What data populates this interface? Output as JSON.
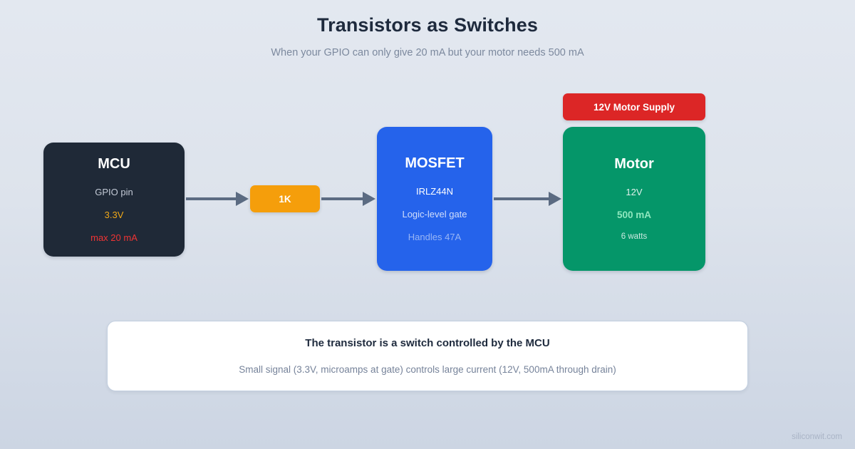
{
  "header": {
    "title": "Transistors as Switches",
    "subtitle": "When your GPIO can only give 20 mA but your motor needs 500 mA"
  },
  "blocks": {
    "mcu": {
      "title": "MCU",
      "line1": "GPIO pin",
      "line2": "3.3V",
      "line3": "max 20 mA",
      "bg": "#1f2937",
      "line2_color": "#f0a818",
      "line3_color": "#ef3434"
    },
    "resistor": {
      "label": "1K",
      "bg": "#f59e0b"
    },
    "mosfet": {
      "title": "MOSFET",
      "line1": "IRLZ44N",
      "line2": "Logic-level gate",
      "line3": "Handles 47A",
      "bg": "#2563eb"
    },
    "motor": {
      "title": "Motor",
      "line1": "12V",
      "line2": "500 mA",
      "line3": "6 watts",
      "bg": "#059669",
      "line2_color": "#8fe8bf"
    },
    "supply": {
      "label": "12V Motor Supply",
      "bg": "#dc2626"
    }
  },
  "arrows": {
    "color": "#5b6b82",
    "mcu_to_resistor": "arrow-right",
    "resistor_to_mosfet": "arrow-right",
    "mosfet_to_motor": "arrow-right"
  },
  "summary": {
    "headline": "The transistor is a switch controlled by the MCU",
    "detail": "Small signal (3.3V, microamps at gate) controls large current (12V, 500mA through drain)"
  },
  "watermark": "siliconwit.com"
}
